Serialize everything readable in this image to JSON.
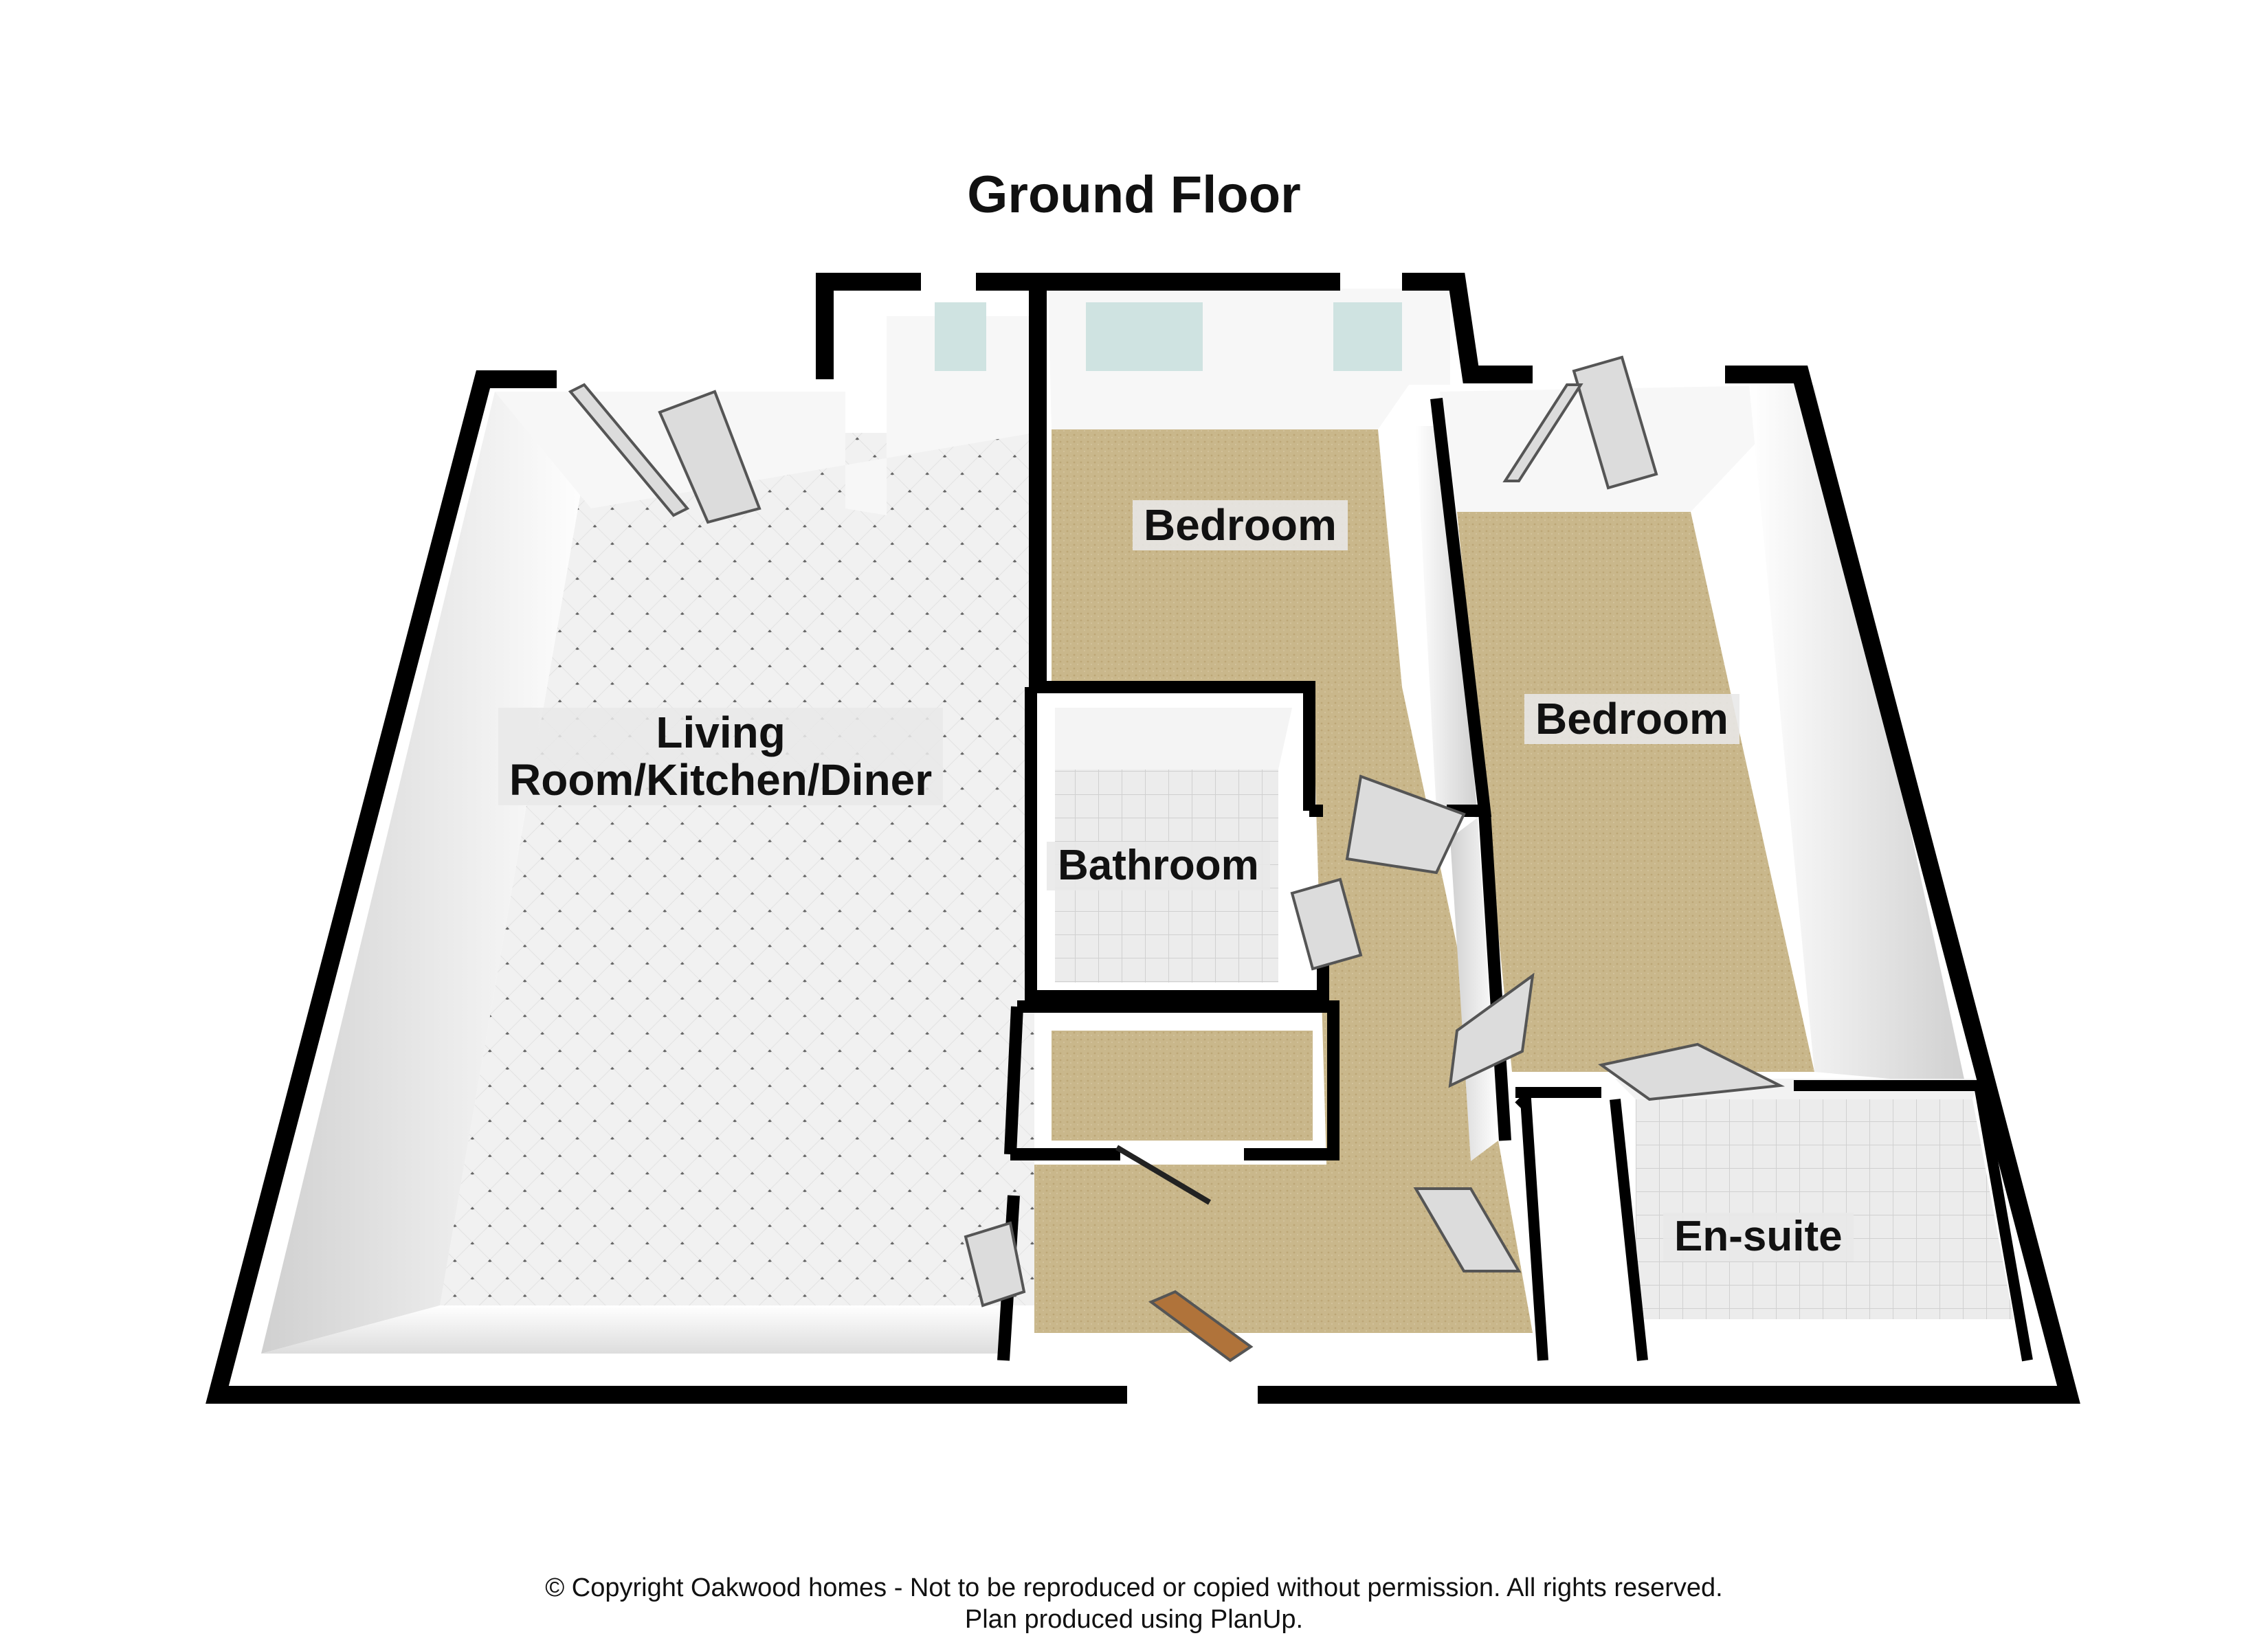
{
  "plan": {
    "title": "Ground Floor",
    "rooms": {
      "living": {
        "line1": "Living",
        "line2": "Room/Kitchen/Diner"
      },
      "bedroom_1": "Bedroom",
      "bedroom_2": "Bedroom",
      "bathroom": "Bathroom",
      "ensuite": "En-suite"
    },
    "colors": {
      "wall": "#000000",
      "tile_floor": "#f1f1f1",
      "carpet_floor": "#c8b68a",
      "wall_face": "#f5f5f5",
      "glass": "#cfe3e1"
    }
  },
  "footer": {
    "copyright": "© Copyright Oakwood homes - Not to be reproduced or copied without permission. All rights reserved.",
    "produced_by": "Plan produced using PlanUp."
  }
}
